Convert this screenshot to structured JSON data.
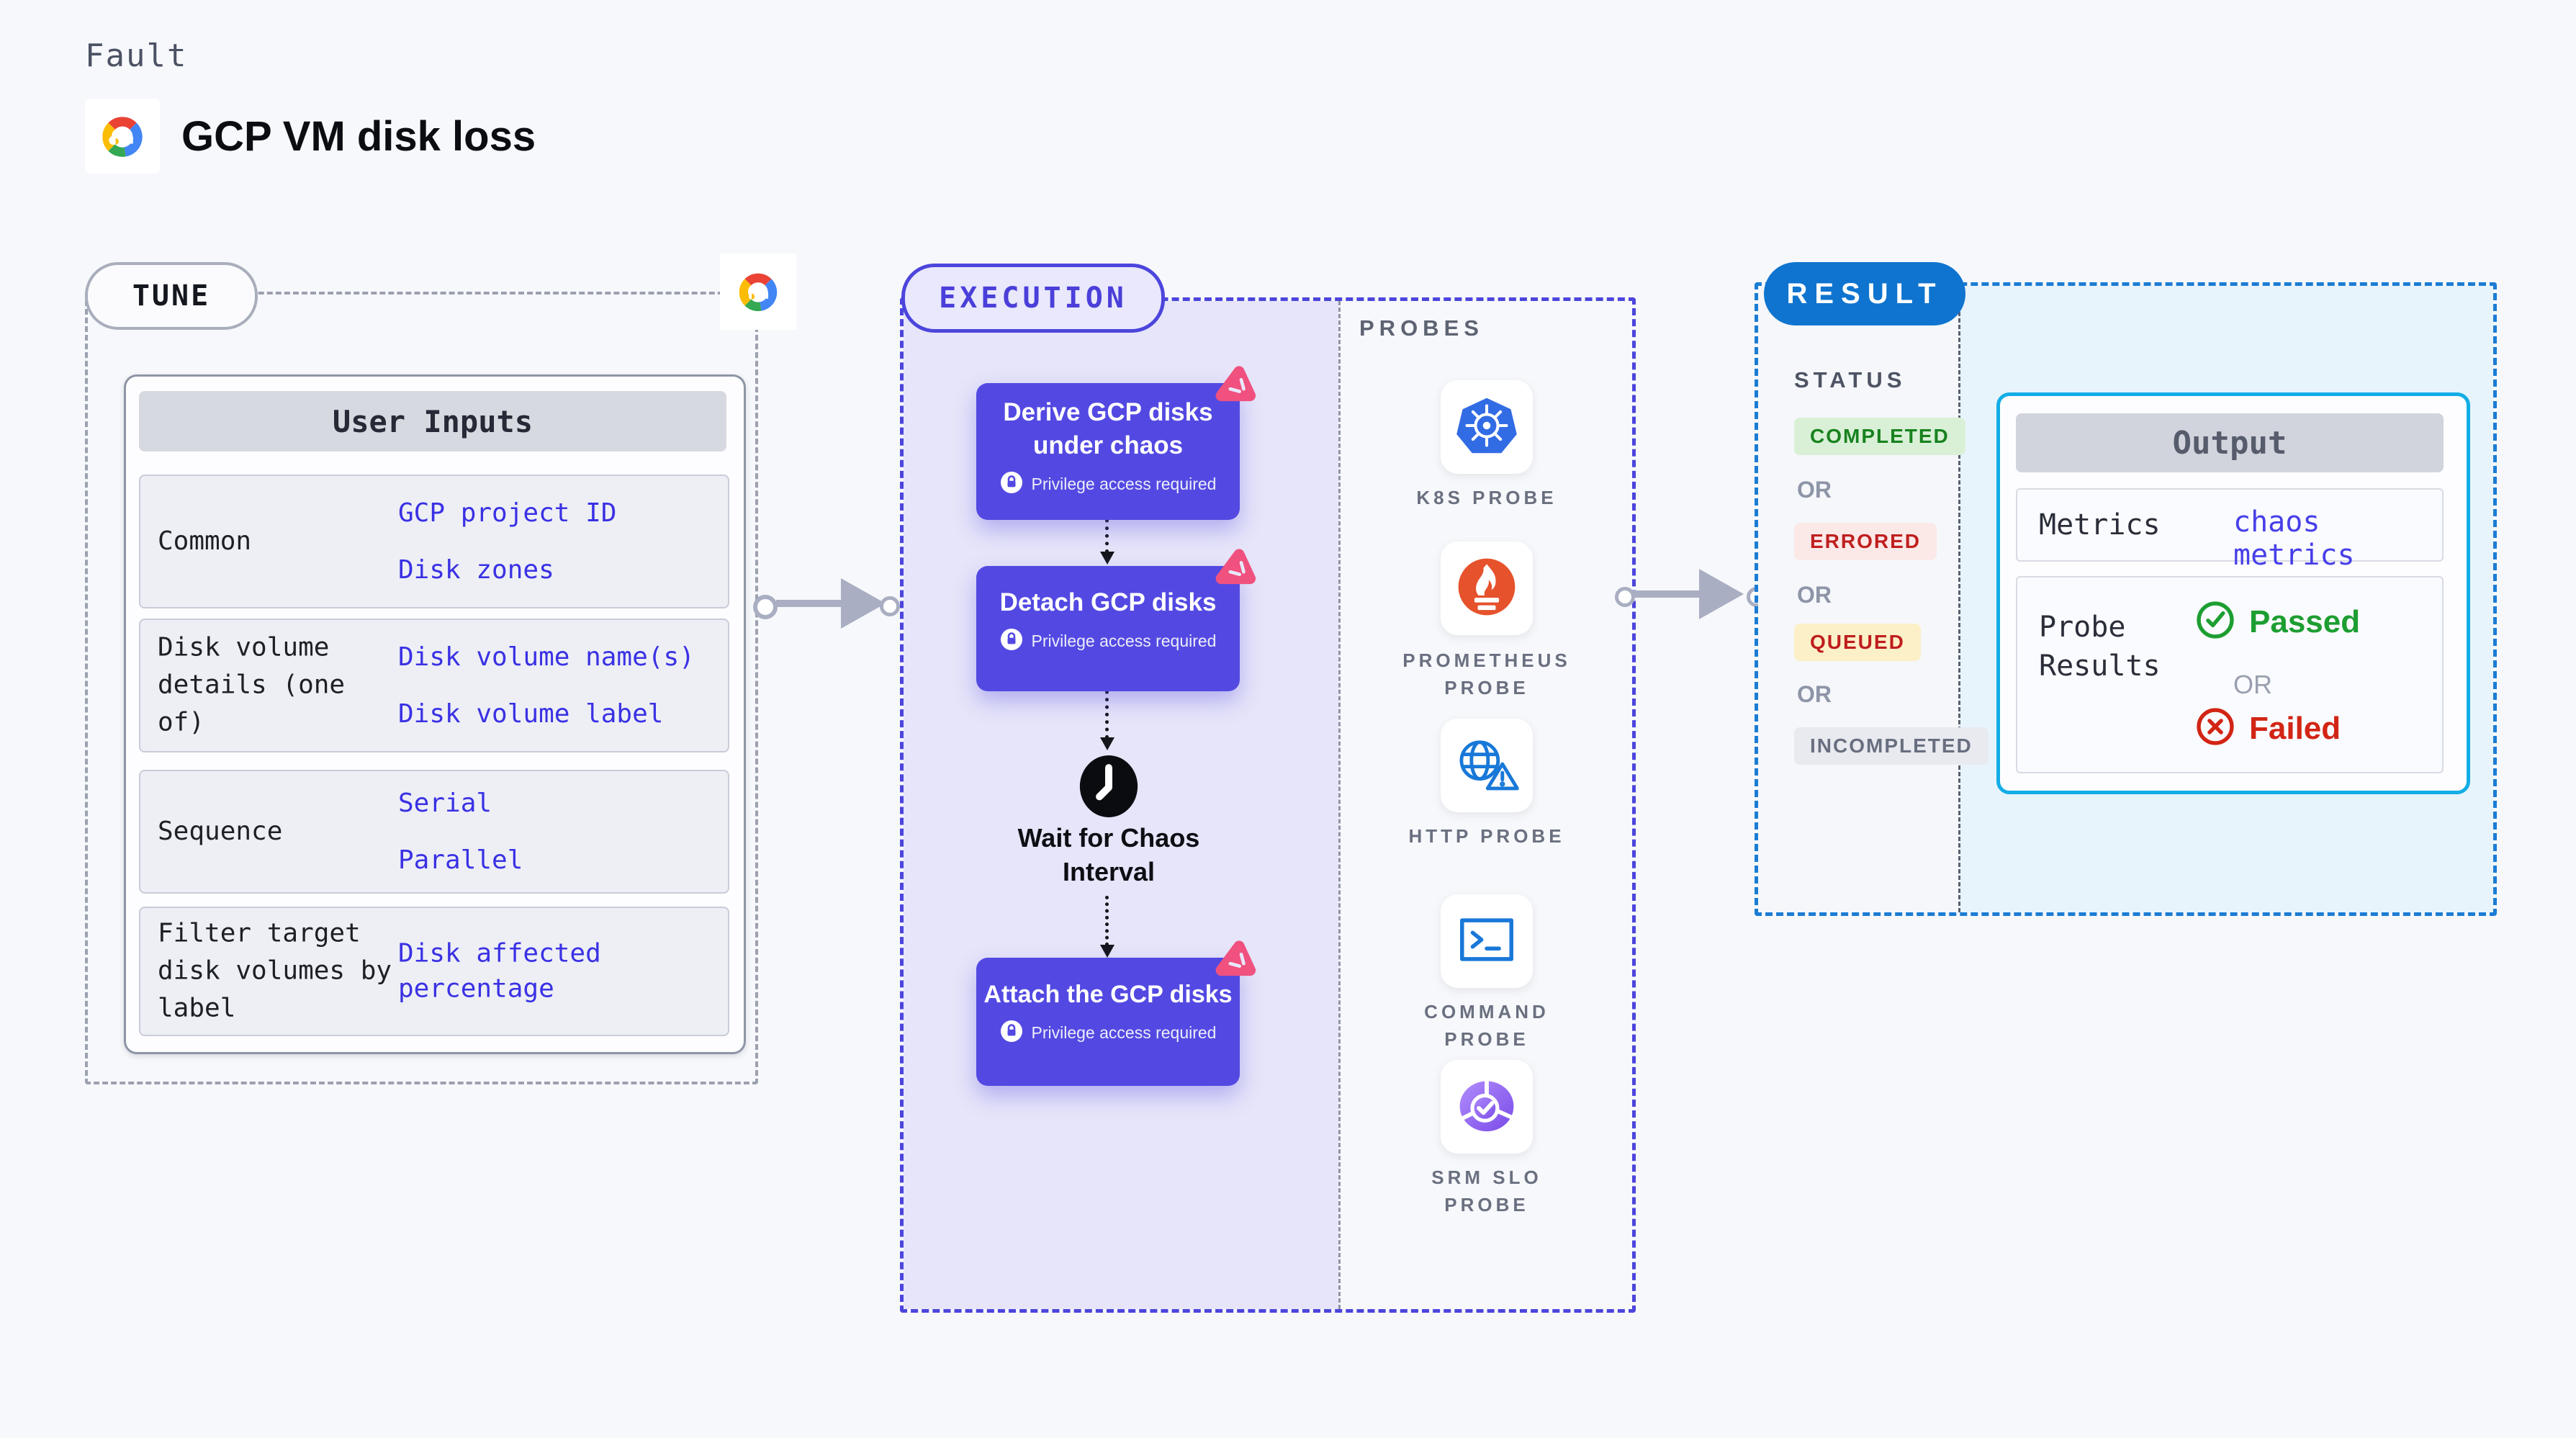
{
  "page": {
    "kicker": "Fault",
    "title": "GCP VM disk loss"
  },
  "tune": {
    "label": "TUNE",
    "table": {
      "title": "User Inputs",
      "rows": [
        {
          "label": "Common",
          "values": [
            "GCP project ID",
            "Disk zones"
          ]
        },
        {
          "label": "Disk volume details (one of)",
          "values": [
            "Disk volume name(s)",
            "Disk volume label"
          ]
        },
        {
          "label": "Sequence",
          "values": [
            "Serial",
            "Parallel"
          ]
        },
        {
          "label": "Filter target disk volumes by label",
          "values": [
            "Disk affected percentage"
          ]
        }
      ]
    }
  },
  "execution": {
    "label": "EXECUTION",
    "privilege_note": "Privilege access required",
    "steps": [
      {
        "title": "Derive GCP disks under chaos",
        "type": "action"
      },
      {
        "title": "Detach GCP disks",
        "type": "action"
      },
      {
        "title": "Wait for Chaos Interval",
        "type": "wait"
      },
      {
        "title": "Attach the GCP disks",
        "type": "action"
      }
    ]
  },
  "probes": {
    "label": "PROBES",
    "items": [
      {
        "name": "K8S PROBE",
        "icon": "kubernetes-icon"
      },
      {
        "name": "PROMETHEUS PROBE",
        "icon": "prometheus-icon"
      },
      {
        "name": "HTTP PROBE",
        "icon": "http-globe-icon"
      },
      {
        "name": "COMMAND PROBE",
        "icon": "terminal-icon"
      },
      {
        "name": "SRM SLO PROBE",
        "icon": "slo-gauge-icon"
      }
    ]
  },
  "result": {
    "label": "RESULT",
    "status_heading": "STATUS",
    "or": "OR",
    "statuses": [
      {
        "text": "COMPLETED",
        "type": "success"
      },
      {
        "text": "ERRORED",
        "type": "error"
      },
      {
        "text": "QUEUED",
        "type": "warning"
      },
      {
        "text": "INCOMPLETED",
        "type": "neutral"
      }
    ],
    "output": {
      "title": "Output",
      "metrics_label": "Metrics",
      "metrics_value": "chaos metrics",
      "probe_results_label": "Probe Results",
      "passed": "Passed",
      "or": "OR",
      "failed": "Failed"
    }
  },
  "colors": {
    "indigo_dash": "#4c45dc",
    "node_indigo": "#5349e2",
    "execution_fill": "#e6e5f9",
    "pink_badge": "#f0517e",
    "result_blue": "#0f74cf",
    "result_dash": "#1b7cd4",
    "cyan_border": "#13ade6",
    "cyan_fill": "#e7f4fb",
    "value_blue": "#3a31e4",
    "passed_green": "#1d9e31",
    "failed_red": "#d22515",
    "gray_dash": "#9ba1af"
  }
}
